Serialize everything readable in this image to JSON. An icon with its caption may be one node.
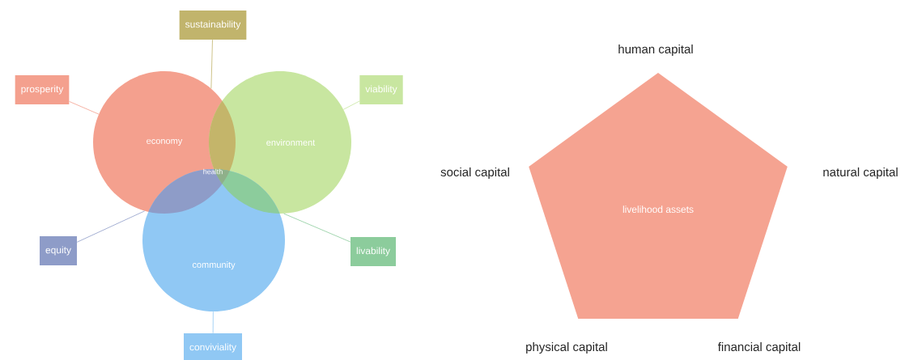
{
  "diagram": {
    "nodes": [
      {
        "text": [
          "economy"
        ]
      },
      {
        "text": [
          "environment"
        ]
      },
      {
        "text": [
          "community"
        ]
      },
      {
        "text": [
          "sustainability"
        ]
      },
      {
        "text": [
          "prosperity"
        ]
      },
      {
        "text": [
          "viability"
        ]
      },
      {
        "text": [
          "equity"
        ]
      },
      {
        "text": [
          "livability"
        ]
      },
      {
        "text": [
          "conviviality"
        ]
      },
      {
        "text": [
          "livelihood assets"
        ],
        "beside": [
          "human capital",
          "social capital",
          "natural capital",
          "physical capital",
          "financial capital"
        ]
      }
    ],
    "edges": [
      {
        "from": 3,
        "to": 0,
        "arrow": "none",
        "color": "#c1b46c"
      },
      {
        "from": 4,
        "to": 0,
        "arrow": "none",
        "color": "#f4a08e"
      },
      {
        "from": 5,
        "to": 1,
        "arrow": "none",
        "color": "#c8e6a0"
      },
      {
        "from": 6,
        "to": 0,
        "arrow": "none",
        "color": "#8e9cc8"
      },
      {
        "from": 7,
        "to": 1,
        "arrow": "none",
        "color": "#8ccc9c"
      },
      {
        "from": 8,
        "to": 2,
        "arrow": "none",
        "color": "#90c8f4"
      }
    ],
    "labels": [
      "health"
    ]
  }
}
